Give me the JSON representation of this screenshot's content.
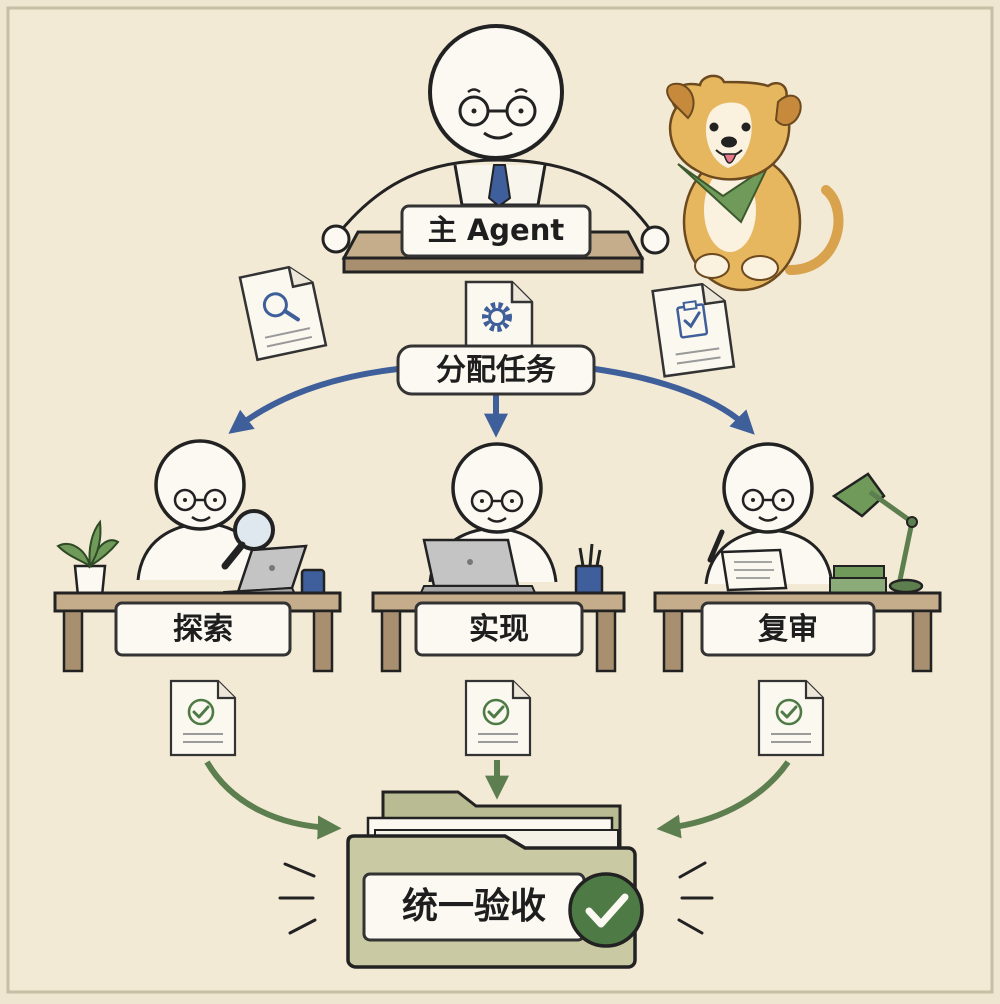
{
  "labels": {
    "main_agent": "主 Agent",
    "dispatch": "分配任务",
    "explore": "探索",
    "implement": "实现",
    "review": "复审",
    "accept": "统一验收"
  },
  "icons": {
    "main_docs": [
      "magnifier-document-icon",
      "gear-document-icon",
      "clipboard-check-document-icon"
    ],
    "result_docs": [
      "check-document-icon",
      "check-document-icon",
      "check-document-icon"
    ],
    "final": "check-circle-icon"
  },
  "colors": {
    "background": "#f3ead6",
    "ink": "#222222",
    "blue_arrow": "#3f5f9a",
    "green_arrow": "#5d7e4e",
    "green_check": "#4e7a45",
    "folder": "#c9caa3",
    "desk": "#a88f70",
    "dog": "#e7b75f"
  }
}
